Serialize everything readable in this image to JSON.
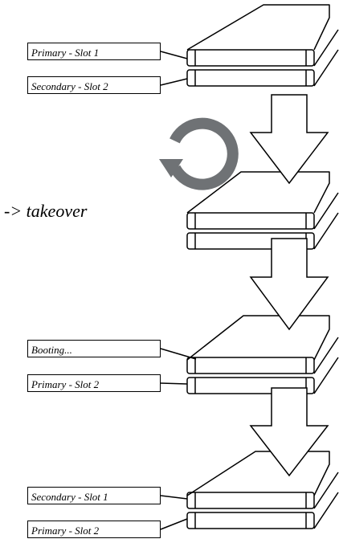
{
  "diagram": {
    "stages": [
      {
        "slot_labels": [
          "Primary - Slot 1",
          "Secondary - Slot 2"
        ]
      },
      {
        "slot_labels": []
      },
      {
        "slot_labels": [
          "Booting...",
          "Primary - Slot 2"
        ]
      },
      {
        "slot_labels": [
          "Secondary - Slot 1",
          "Primary - Slot 2"
        ]
      }
    ],
    "takeover_note": "-> takeover",
    "colors": {
      "line": "#000000",
      "arrow_fill": "#ffffff",
      "refresh_icon": "#6f7275"
    },
    "icons": {
      "refresh": "refresh-icon"
    }
  }
}
